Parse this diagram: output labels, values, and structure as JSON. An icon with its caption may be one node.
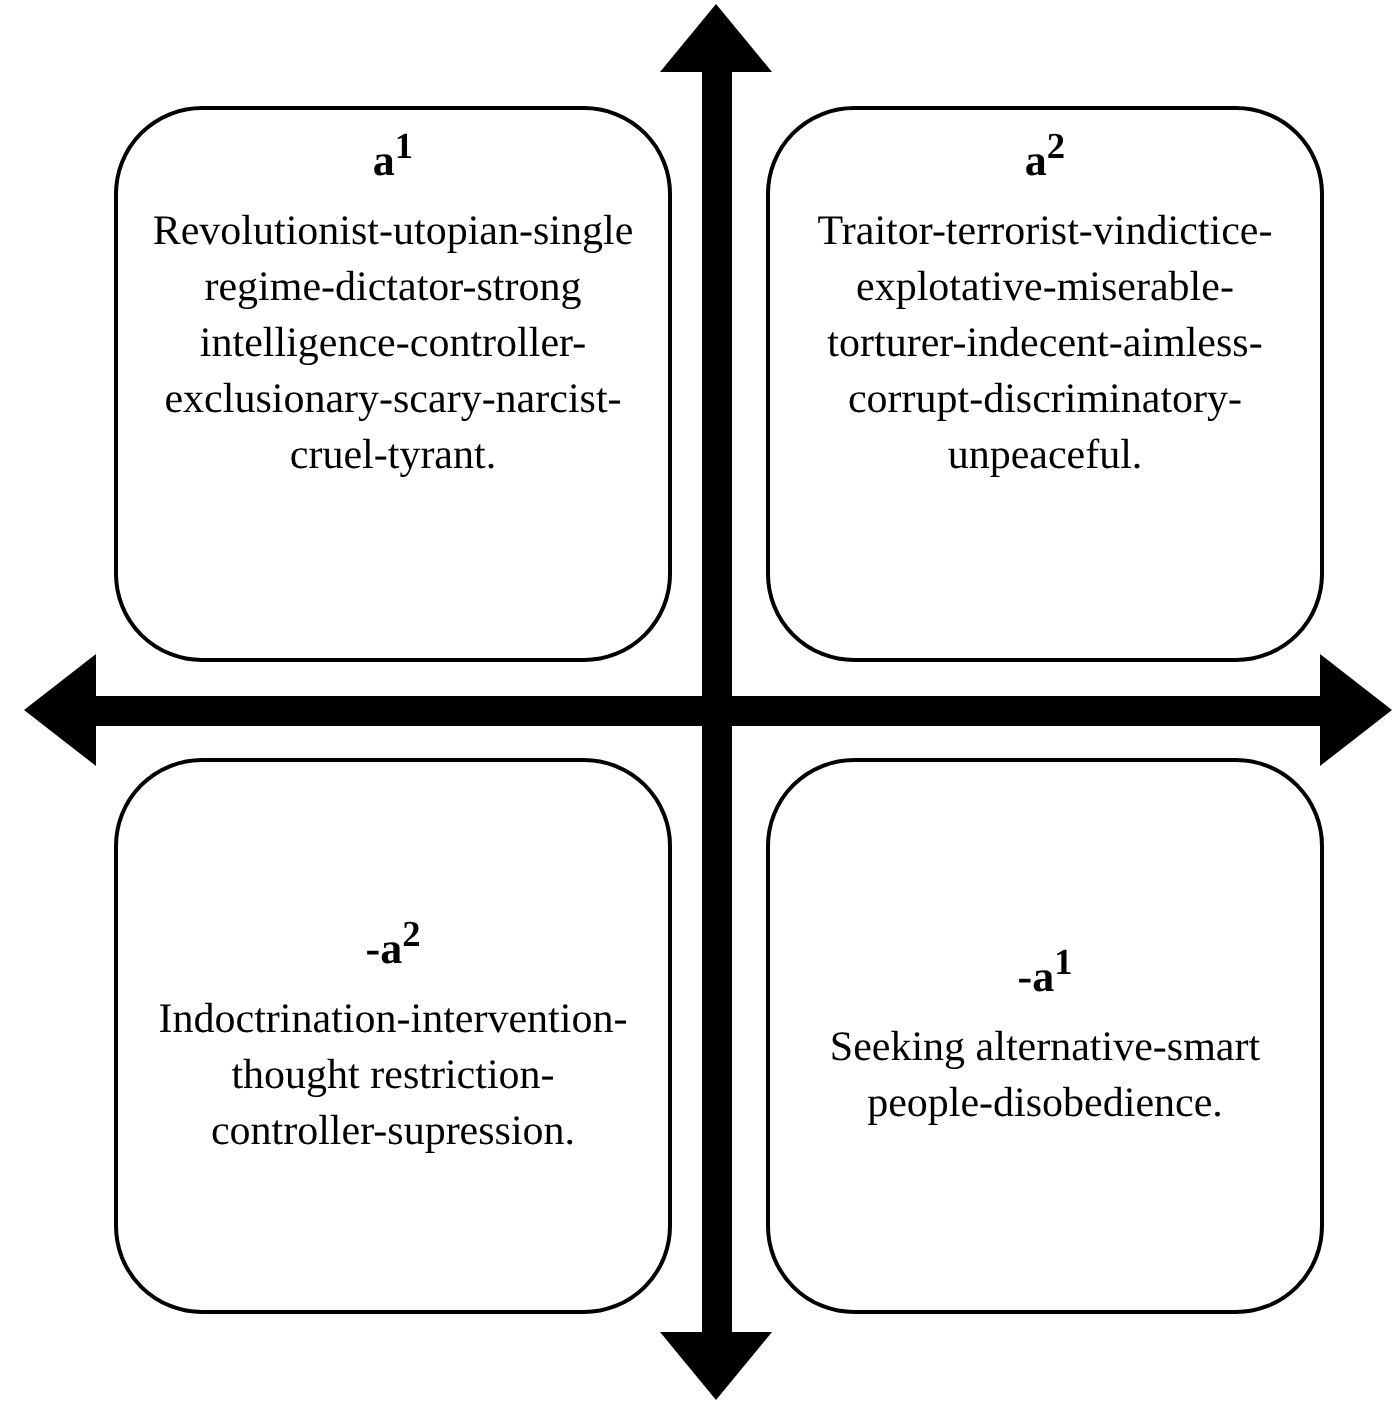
{
  "diagram": {
    "nodes": [
      {
        "text": [
          "a$^{1}$",
          "Revolutionist-utopian-single regime-dictator-strong intelligence-controller-exclusionary-scary-narcist-cruel-tyrant."
        ]
      },
      {
        "text": [
          "a$^{2}$",
          "Traitor-terrorist-vindictice-explotative-miserable-torturer-indecent-aimless-corrupt-discriminatory-unpeaceful."
        ]
      },
      {
        "text": [
          "-a$^{2}$",
          "Indoctrination-intervention-thought restriction-controller-supression."
        ]
      },
      {
        "text": [
          "-a$^{1}$",
          "Seeking alternative-smart people-disobedience."
        ]
      }
    ]
  }
}
